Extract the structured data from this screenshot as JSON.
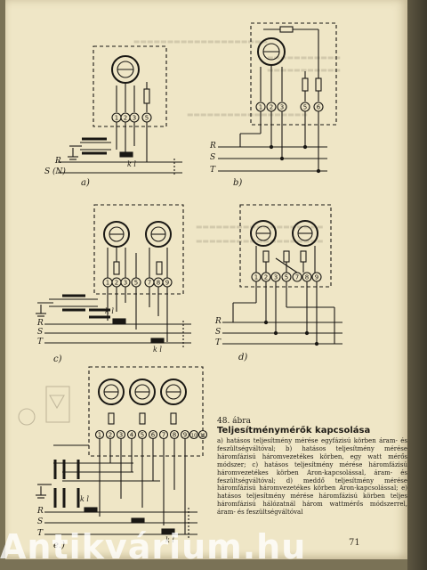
{
  "figure": {
    "labels": {
      "a": "a)",
      "b": "b)",
      "c": "c)",
      "d": "d)",
      "e": "e.)"
    },
    "phases_ab": {
      "R": "R",
      "S": "S (N)",
      "T": "T"
    },
    "phases": {
      "R": "R",
      "S": "S",
      "T": "T"
    },
    "terminals_a": [
      "1",
      "2",
      "3",
      "5"
    ],
    "terminals_b": [
      "1",
      "2",
      "3",
      "5",
      "6"
    ],
    "terminals_c": [
      "1",
      "2",
      "3",
      "5",
      "7",
      "8",
      "9"
    ],
    "terminals_d": [
      "1",
      "2",
      "3",
      "5",
      "7",
      "8",
      "9"
    ],
    "terminals_e": [
      "1",
      "2",
      "3",
      "4",
      "5",
      "6",
      "7",
      "8",
      "9",
      "10",
      "11"
    ],
    "kl": "k  l"
  },
  "caption": {
    "number": "48. ábra",
    "title": "Teljesítménymérők kapcsolása",
    "body": "a) hatásos teljesítmény mérése egyfázisú körben áram- és feszültségváltóval; b) hatásos teljesítmény mérése háromfázisú háromvezetékes körben, egy watt mérős módszer; c) hatásos teljesítmény mérése háromfázisú háromvezetékes körben Aron-kapcsolással, áram- és feszültségváltóval; d) meddő teljesítmény mérése háromfázisú háromvezetékes körben Aron-kapcsolással; e) hatásos teljesítmény mérése háromfázisú körben teljes háromfázisú hálózatnál három wattmérős módszerrel, áram- és feszültségváltóval"
  },
  "page_number": "71",
  "watermark": "Antikvárium.hu"
}
